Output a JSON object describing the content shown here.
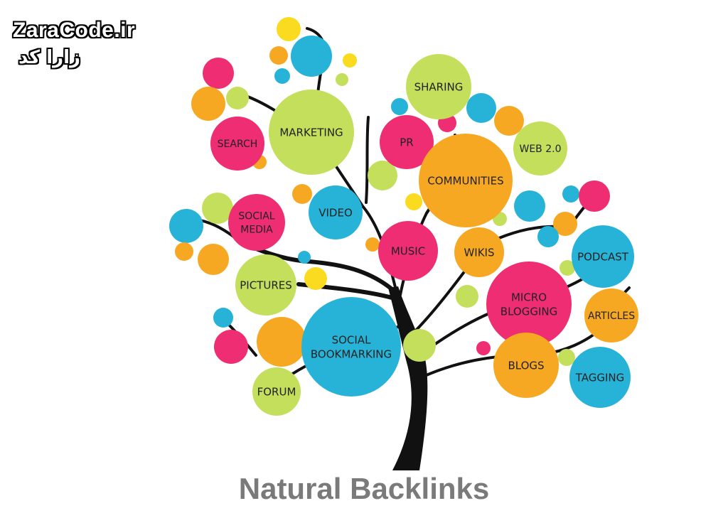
{
  "watermark": {
    "site": "ZaraCode.ir",
    "name_fa": "زارا کد"
  },
  "caption": "Natural Backlinks",
  "palette": {
    "pink": "#ef2d72",
    "orange": "#f7a823",
    "green": "#c3df5c",
    "cyan": "#27b3d8",
    "yellow": "#fadb1f",
    "trunk": "#111111"
  },
  "nodes": [
    {
      "id": "sharing",
      "lines": [
        "SHARING"
      ],
      "color": "green"
    },
    {
      "id": "marketing",
      "lines": [
        "MARKETING"
      ],
      "color": "green"
    },
    {
      "id": "search",
      "lines": [
        "SEARCH"
      ],
      "color": "pink"
    },
    {
      "id": "pr",
      "lines": [
        "PR"
      ],
      "color": "pink"
    },
    {
      "id": "communities",
      "lines": [
        "COMMUNITIES"
      ],
      "color": "orange"
    },
    {
      "id": "web20",
      "lines": [
        "WEB 2.0"
      ],
      "color": "green"
    },
    {
      "id": "social-media",
      "lines": [
        "SOCIAL",
        "MEDIA"
      ],
      "color": "pink"
    },
    {
      "id": "video",
      "lines": [
        "VIDEO"
      ],
      "color": "cyan"
    },
    {
      "id": "music",
      "lines": [
        "MUSIC"
      ],
      "color": "pink"
    },
    {
      "id": "wikis",
      "lines": [
        "WIKIS"
      ],
      "color": "orange"
    },
    {
      "id": "podcast",
      "lines": [
        "PODCAST"
      ],
      "color": "cyan"
    },
    {
      "id": "pictures",
      "lines": [
        "PICTURES"
      ],
      "color": "green"
    },
    {
      "id": "micro-blogging",
      "lines": [
        "MICRO",
        "BLOGGING"
      ],
      "color": "pink"
    },
    {
      "id": "articles",
      "lines": [
        "ARTICLES"
      ],
      "color": "orange"
    },
    {
      "id": "social-bookmarking",
      "lines": [
        "SOCIAL",
        "BOOKMARKING"
      ],
      "color": "cyan"
    },
    {
      "id": "blogs",
      "lines": [
        "BLOGS"
      ],
      "color": "orange"
    },
    {
      "id": "tagging",
      "lines": [
        "TAGGING"
      ],
      "color": "cyan"
    },
    {
      "id": "forum",
      "lines": [
        "FORUM"
      ],
      "color": "green"
    }
  ]
}
